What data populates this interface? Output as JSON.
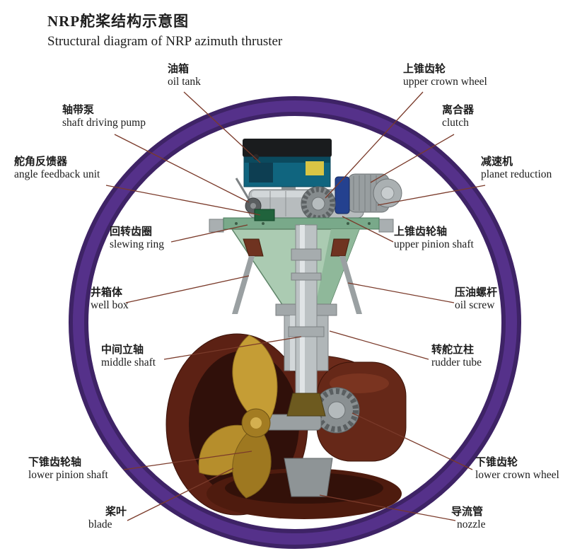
{
  "title": {
    "zh": "NRP舵桨结构示意图",
    "en": "Structural diagram of NRP azimuth thruster"
  },
  "colors": {
    "ring_outer": "#3e2366",
    "ring_inner": "#55318a",
    "leader_line": "#7a3a2a",
    "housing_brown": "#5e2214",
    "funnel_green": "#abcbb2",
    "blade_gold": "#bb9330",
    "tank_teal": "#17708d"
  },
  "labels": {
    "oil_tank": {
      "zh": "油箱",
      "en": "oil tank"
    },
    "upper_crown_wheel": {
      "zh": "上锥齿轮",
      "en": "upper crown wheel"
    },
    "shaft_driving_pump": {
      "zh": "轴带泵",
      "en": "shaft driving pump"
    },
    "clutch": {
      "zh": "离合器",
      "en": "clutch"
    },
    "angle_feedback_unit": {
      "zh": "舵角反馈器",
      "en": "angle feedback unit"
    },
    "planet_reduction": {
      "zh": "减速机",
      "en": "planet reduction"
    },
    "slewing_ring": {
      "zh": "回转齿圈",
      "en": "slewing ring"
    },
    "upper_pinion_shaft": {
      "zh": "上锥齿轮轴",
      "en": "upper pinion shaft"
    },
    "well_box": {
      "zh": "井箱体",
      "en": "well box"
    },
    "oil_screw": {
      "zh": "压油螺杆",
      "en": "oil screw"
    },
    "middle_shaft": {
      "zh": "中间立轴",
      "en": "middle shaft"
    },
    "rudder_tube": {
      "zh": "转舵立柱",
      "en": "rudder tube"
    },
    "lower_pinion_shaft": {
      "zh": "下锥齿轮轴",
      "en": "lower pinion shaft"
    },
    "lower_crown_wheel": {
      "zh": "下锥齿轮",
      "en": "lower crown wheel"
    },
    "blade": {
      "zh": "桨叶",
      "en": "blade"
    },
    "nozzle": {
      "zh": "导流管",
      "en": "nozzle"
    }
  }
}
